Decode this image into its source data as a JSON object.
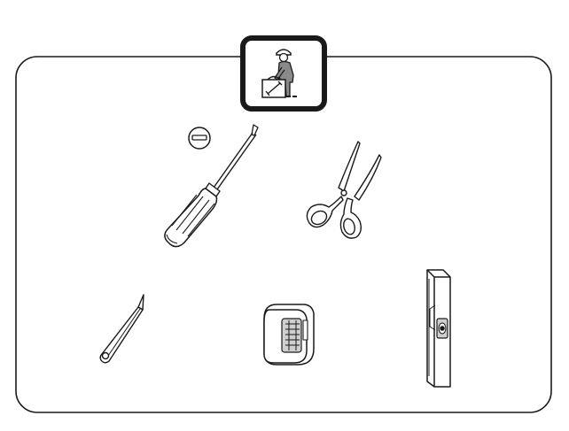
{
  "diagram": {
    "badge": {
      "icon": "technician-with-toolbox-icon"
    },
    "tools": [
      {
        "id": "flathead-screwdriver",
        "icon": "flathead-screwdriver-icon",
        "marker_icon": "slot-head-symbol-icon"
      },
      {
        "id": "scissors",
        "icon": "scissors-icon"
      },
      {
        "id": "pencil",
        "icon": "pencil-icon"
      },
      {
        "id": "tape-measure",
        "icon": "tape-measure-icon"
      },
      {
        "id": "spirit-level",
        "icon": "spirit-level-icon"
      }
    ],
    "colors": {
      "stroke": "#1a1a1a",
      "badge_fill": "#ffffff",
      "figure_fill": "#8a8a8a",
      "shade": "#cfcfcf"
    }
  }
}
